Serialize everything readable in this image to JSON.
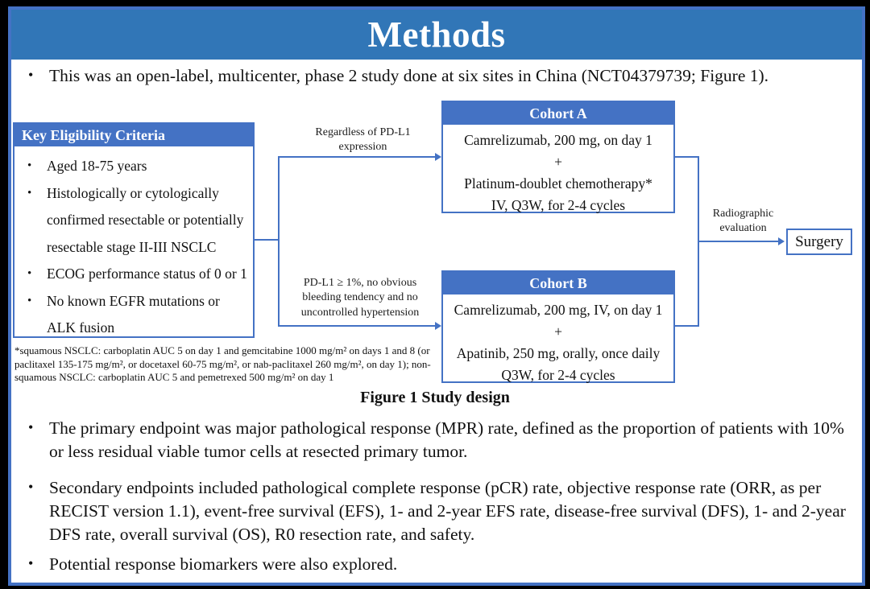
{
  "title": "Methods",
  "colors": {
    "accent": "#4472C4",
    "title_bar": "#3176B7",
    "background": "#000000",
    "slide": "#ffffff"
  },
  "intro_bullet": "This was an open-label, multicenter, phase 2 study done at six sites in China (NCT04379739; Figure 1).",
  "figure": {
    "eligibility": {
      "header": "Key Eligibility Criteria",
      "items": [
        "Aged 18-75 years",
        "Histologically or cytologically confirmed resectable or potentially resectable stage II-III NSCLC",
        "ECOG performance status of 0 or 1",
        "No known EGFR mutations or ALK fusion"
      ]
    },
    "branch_top_label": "Regardless of PD-L1 expression",
    "branch_bottom_label": "PD-L1 ≥ 1%, no obvious bleeding tendency and no uncontrolled hypertension",
    "cohort_a": {
      "header": "Cohort A",
      "lines": [
        "Camrelizumab, 200 mg, on day 1",
        "+",
        "Platinum-doublet chemotherapy*",
        "IV, Q3W, for 2-4 cycles"
      ]
    },
    "cohort_b": {
      "header": "Cohort B",
      "lines": [
        "Camrelizumab, 200 mg, IV, on day 1",
        "+",
        "Apatinib, 250 mg, orally, once daily",
        "Q3W, for 2-4 cycles"
      ]
    },
    "radiographic_label": "Radiographic evaluation",
    "surgery_label": "Surgery",
    "footnote": "*squamous NSCLC: carboplatin AUC 5 on day 1 and gemcitabine 1000 mg/m² on days 1 and 8 (or paclitaxel 135-175 mg/m², or docetaxel 60-75 mg/m², or nab-paclitaxel 260 mg/m², on day 1); non-squamous NSCLC: carboplatin AUC 5 and pemetrexed 500 mg/m² on day 1",
    "caption": "Figure 1 Study design"
  },
  "bullets": [
    "The primary endpoint was major pathological response (MPR) rate, defined as the proportion of patients with 10% or less residual viable tumor cells at resected primary tumor.",
    "Secondary endpoints included pathological complete response (pCR) rate, objective response rate (ORR, as per RECIST version 1.1), event-free survival (EFS), 1- and 2-year EFS rate, disease-free survival (DFS), 1- and 2-year DFS rate, overall survival (OS), R0 resection rate, and safety.",
    "Potential response biomarkers were also explored."
  ],
  "bullet_glyph": "•"
}
